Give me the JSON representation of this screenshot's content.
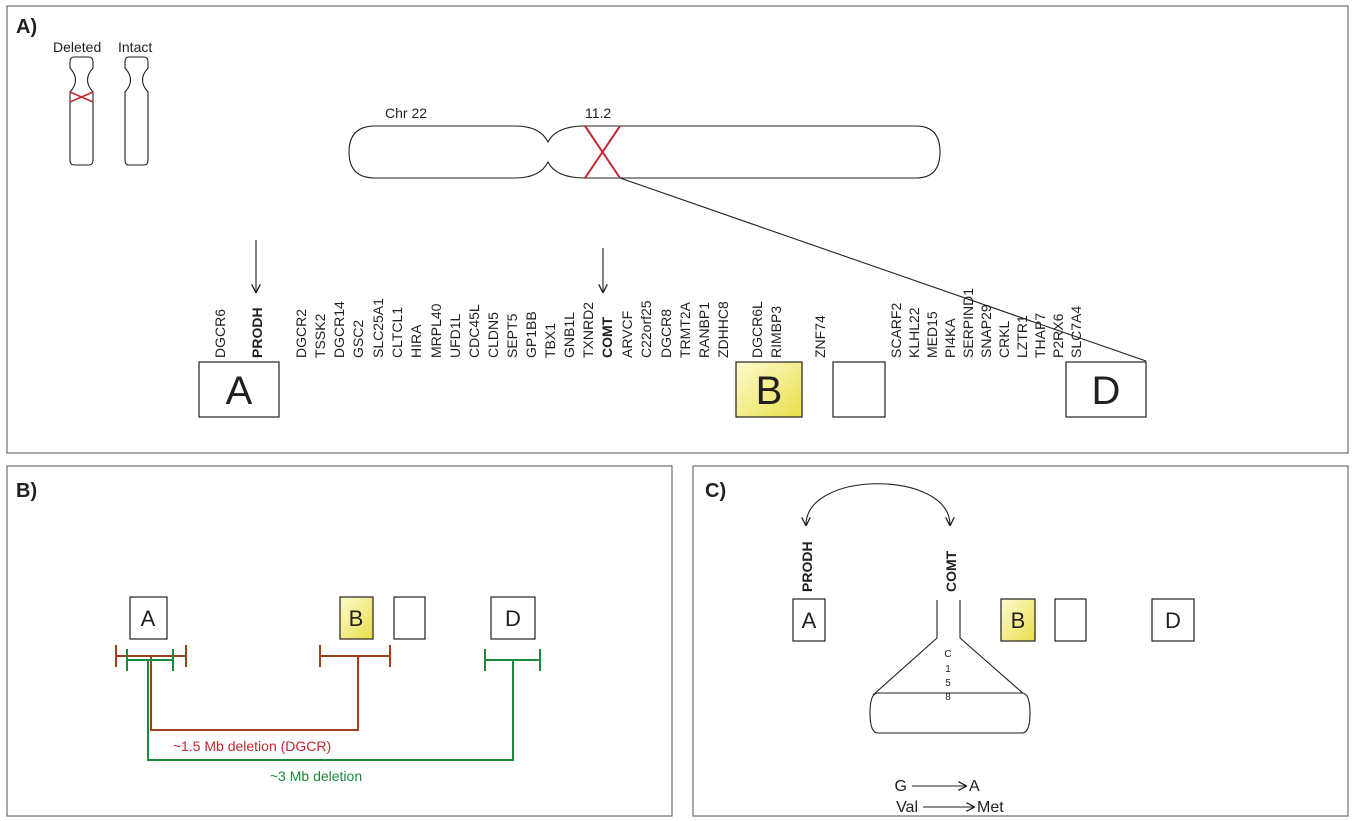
{
  "panels": {
    "a_label": "A)",
    "b_label": "B)",
    "c_label": "C)"
  },
  "panel_a": {
    "deleted_label": "Deleted",
    "intact_label": "Intact",
    "chr_label": "Chr 22",
    "band_label": "11.2",
    "genes": [
      "DGCR6",
      "PRODH",
      "DGCR2",
      "TSSK2",
      "DGCR14",
      "GSC2",
      "SLC25A1",
      "CLTCL1",
      "HIRA",
      "MRPL40",
      "UFD1L",
      "CDC45L",
      "CLDN5",
      "SEPT5",
      "GP1BB",
      "TBX1",
      "GNB1L",
      "TXNRD2",
      "COMT",
      "ARVCF",
      "C22orf25",
      "DGCR8",
      "TRMT2A",
      "RANBP1",
      "ZDHHC8",
      "DGCR6L",
      "RIMBP3",
      "ZNF74",
      "SCARF2",
      "KLHL22",
      "MED15",
      "PI4KA",
      "SERPIND1",
      "SNAP29",
      "CRKL",
      "LZTR1",
      "THAP7",
      "P2RX6",
      "SLC7A4"
    ],
    "box_a": "A",
    "box_b": "B",
    "box_d": "D"
  },
  "panel_b": {
    "box_a": "A",
    "box_b": "B",
    "box_d": "D",
    "deletion_15": "~1.5 Mb deletion (DGCR)",
    "deletion_3": "~3 Mb deletion"
  },
  "panel_c": {
    "prodh": "PRODH",
    "comt": "COMT",
    "box_a": "A",
    "box_b": "B",
    "box_d": "D",
    "snp_c": "C",
    "snp_1": "1",
    "snp_5": "5",
    "snp_8": "8",
    "g": "G",
    "a": "A",
    "val": "Val",
    "met": "Met"
  },
  "colors": {
    "red": "#c1272d",
    "brown": "#a0411d",
    "green": "#1a8a3c",
    "yellow_light": "#fdfbd0",
    "yellow_dark": "#e9df4a"
  }
}
